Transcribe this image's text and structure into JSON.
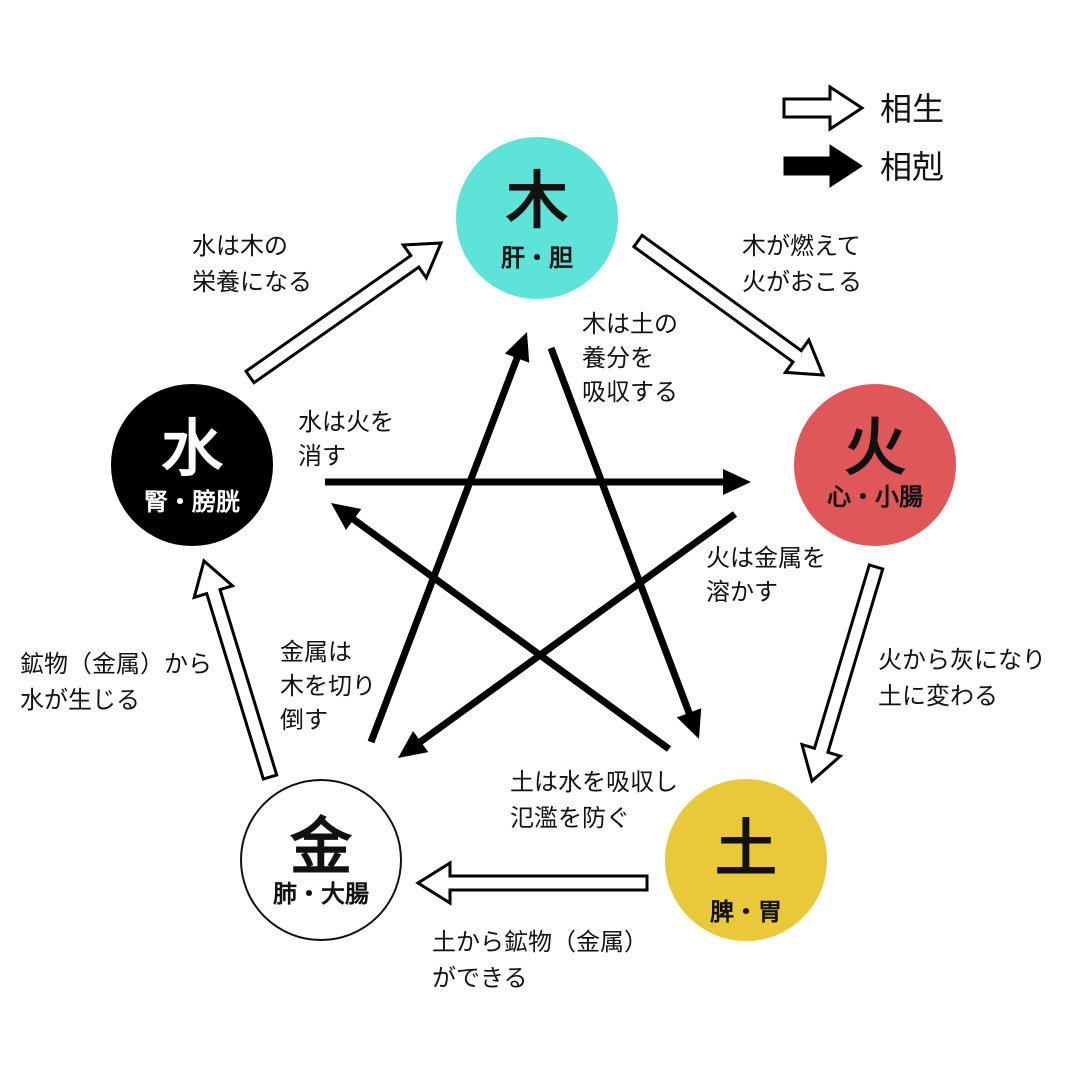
{
  "legend": {
    "sheng": "相生",
    "ke": "相剋"
  },
  "elements": {
    "wood": {
      "kanji": "木",
      "organs": "肝・胆",
      "color": "#5EE3D8",
      "text_color": "#111111",
      "border_color": "#5EE3D8"
    },
    "fire": {
      "kanji": "火",
      "organs": "心・小腸",
      "color": "#E0575A",
      "text_color": "#111111",
      "border_color": "#E0575A"
    },
    "earth": {
      "kanji": "土",
      "organs": "脾・胃",
      "color": "#E9C93A",
      "text_color": "#111111",
      "border_color": "#E9C93A"
    },
    "metal": {
      "kanji": "金",
      "organs": "肺・大腸",
      "color": "#FFFFFF",
      "text_color": "#111111",
      "border_color": "#111111"
    },
    "water": {
      "kanji": "水",
      "organs": "腎・膀胱",
      "color": "#000000",
      "text_color": "#FFFFFF",
      "border_color": "#000000"
    }
  },
  "sheng_labels": {
    "water_wood": [
      "水は木の",
      "栄養になる"
    ],
    "wood_fire": [
      "木が燃えて",
      "火がおこる"
    ],
    "fire_earth": [
      "火から灰になり",
      "土に変わる"
    ],
    "earth_metal": [
      "土から鉱物（金属）",
      "ができる"
    ],
    "metal_water": [
      "鉱物（金属）から",
      "水が生じる"
    ]
  },
  "ke_labels": {
    "wood_earth": [
      "木は土の",
      "養分を",
      "吸収する"
    ],
    "water_fire": [
      "水は火を",
      "消す"
    ],
    "fire_metal": [
      "火は金属を",
      "溶かす"
    ],
    "metal_wood": [
      "金属は",
      "木を切り",
      "倒す"
    ],
    "earth_water": [
      "土は水を吸収し",
      "氾濫を防ぐ"
    ]
  },
  "colors": {
    "arrow": "#000000",
    "outline_arrow_fill": "#FFFFFF"
  }
}
